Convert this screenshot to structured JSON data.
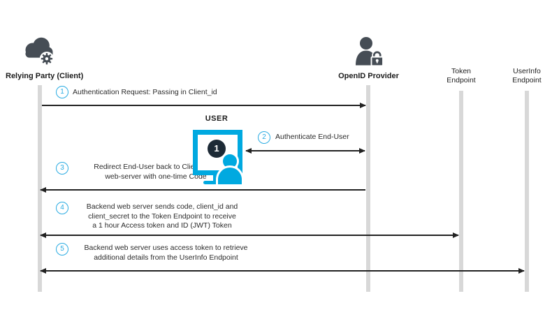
{
  "actors": [
    {
      "label": "Relying Party (Client)",
      "icon": "cloud-gear-icon"
    },
    {
      "label": "OpenID Provider",
      "icon": "person-lock-icon"
    },
    {
      "label": "Token\nEndpoint"
    },
    {
      "label": "UserInfo\nEndpoint"
    }
  ],
  "user": {
    "label": "USER",
    "screen_badge": "1"
  },
  "steps": [
    {
      "num": "1",
      "text": "Authentication Request: Passing in Client_id"
    },
    {
      "num": "2",
      "text": "Authenticate End-User"
    },
    {
      "num": "3",
      "text": "Redirect End-User back to Client (RP)\nweb-server with one-time Code"
    },
    {
      "num": "4",
      "text": "Backend web server sends code, client_id and\nclient_secret to the Token Endpoint to receive\na 1 hour Access token and ID (JWT) Token"
    },
    {
      "num": "5",
      "text": "Backend web server uses access token to retrieve\nadditional details from the UserInfo Endpoint"
    }
  ],
  "colors": {
    "badge_accent": "#29ABE2",
    "monitor_accent": "#00A9E0",
    "icon_dark": "#464D55",
    "screen_circle": "#1D2A36",
    "lifeline": "#D8D8D8",
    "arrow": "#222222"
  }
}
